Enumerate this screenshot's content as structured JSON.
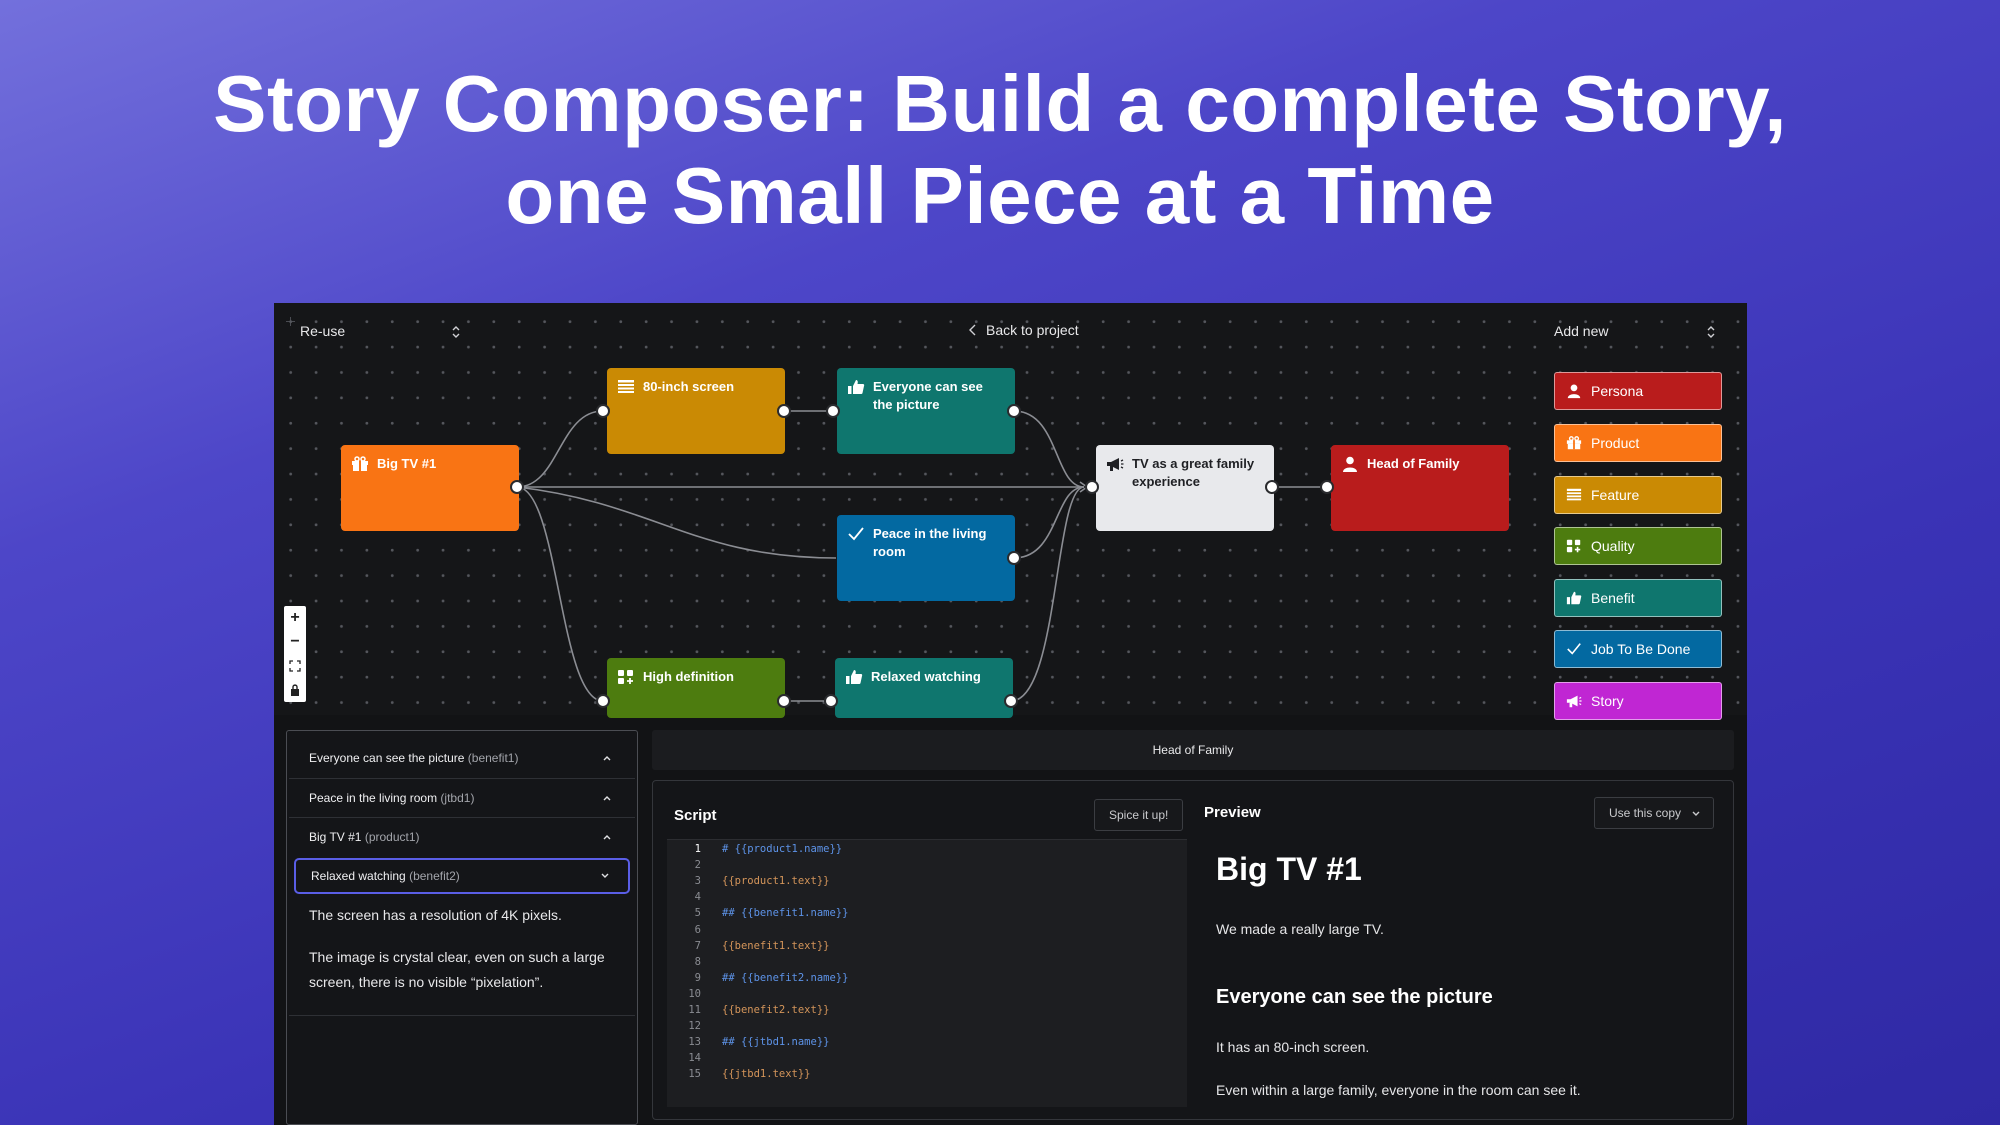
{
  "headline": {
    "line1": "Story Composer: Build a complete Story,",
    "line2": "one Small Piece at a Time"
  },
  "toolbar": {
    "reuse_label": "Re-use",
    "back_label": "Back to project",
    "add_new_label": "Add new"
  },
  "nodes": {
    "product": {
      "label": "Big TV #1",
      "color": "#f97414",
      "icon": "gift-icon"
    },
    "feature": {
      "label": "80-inch screen",
      "color": "#ca8a04",
      "icon": "lines-icon"
    },
    "benefit1": {
      "label": "Everyone can see the picture",
      "color": "#0f766e",
      "icon": "thumbs-up-icon"
    },
    "jtbd": {
      "label": "Peace in the living room",
      "color": "#0369a1",
      "icon": "check-icon"
    },
    "quality": {
      "label": "High definition",
      "color": "#4d7c0f",
      "icon": "grid-plus-icon"
    },
    "benefit2": {
      "label": "Relaxed watching",
      "color": "#0f766e",
      "icon": "thumbs-up-icon"
    },
    "story": {
      "label": "TV as a great family experience",
      "color": "#e8e9ec",
      "icon": "megaphone-icon"
    },
    "persona": {
      "label": "Head of Family",
      "color": "#b91c1c",
      "icon": "person-icon"
    }
  },
  "add_buttons": [
    {
      "label": "Persona",
      "color": "#b91c1c",
      "icon": "person-icon"
    },
    {
      "label": "Product",
      "color": "#f97414",
      "icon": "gift-icon"
    },
    {
      "label": "Feature",
      "color": "#ca8a04",
      "icon": "lines-icon"
    },
    {
      "label": "Quality",
      "color": "#4d7c0f",
      "icon": "grid-plus-icon"
    },
    {
      "label": "Benefit",
      "color": "#0f766e",
      "icon": "thumbs-up-icon"
    },
    {
      "label": "Job To Be Done",
      "color": "#0369a1",
      "icon": "check-icon"
    },
    {
      "label": "Story",
      "color": "#c026d3",
      "icon": "megaphone-icon"
    }
  ],
  "zoom_controls": [
    "+",
    "−"
  ],
  "accordion": [
    {
      "title": "Everyone can see the picture",
      "key": "(benefit1)"
    },
    {
      "title": "Peace in the living room",
      "key": "(jtbd1)"
    },
    {
      "title": "Big TV #1",
      "key": "(product1)"
    },
    {
      "title": "Relaxed watching",
      "key": "(benefit2)"
    }
  ],
  "accordion_body": [
    "The screen has a resolution of 4K pixels.",
    "The image is crystal clear, even on such a large screen, there is no visible “pixelation”."
  ],
  "persona_header": "Head of Family",
  "script": {
    "title": "Script",
    "spice_button": "Spice it up!",
    "lines": [
      {
        "n": "1",
        "text": "# {{product1.name}}",
        "kind": "blue"
      },
      {
        "n": "2",
        "text": "",
        "kind": ""
      },
      {
        "n": "3",
        "text": "{{product1.text}}",
        "kind": "orange"
      },
      {
        "n": "4",
        "text": "",
        "kind": ""
      },
      {
        "n": "5",
        "text": "## {{benefit1.name}}",
        "kind": "blue"
      },
      {
        "n": "6",
        "text": "",
        "kind": ""
      },
      {
        "n": "7",
        "text": "{{benefit1.text}}",
        "kind": "orange"
      },
      {
        "n": "8",
        "text": "",
        "kind": ""
      },
      {
        "n": "9",
        "text": "## {{benefit2.name}}",
        "kind": "blue"
      },
      {
        "n": "10",
        "text": "",
        "kind": ""
      },
      {
        "n": "11",
        "text": "{{benefit2.text}}",
        "kind": "orange"
      },
      {
        "n": "12",
        "text": "",
        "kind": ""
      },
      {
        "n": "13",
        "text": "## {{jtbd1.name}}",
        "kind": "blue"
      },
      {
        "n": "14",
        "text": "",
        "kind": ""
      },
      {
        "n": "15",
        "text": "{{jtbd1.text}}",
        "kind": "orange"
      }
    ]
  },
  "preview": {
    "title": "Preview",
    "use_copy_button": "Use this copy",
    "h1": "Big TV #1",
    "p1": "We made a really large TV.",
    "h2": "Everyone can see the picture",
    "p2": "It has an 80-inch screen.",
    "p3": "Even within a large family, everyone in the room can see it."
  }
}
